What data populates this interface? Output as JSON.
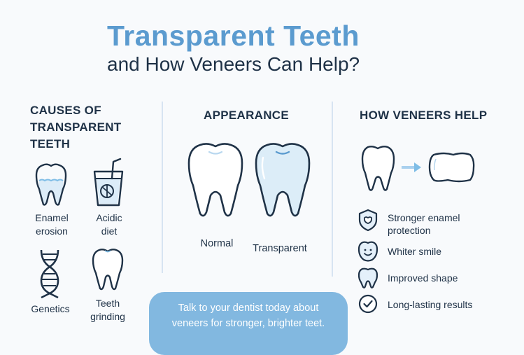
{
  "header": {
    "title": "Transparent Teeth",
    "subtitle": "and How Veneers Can Help?"
  },
  "colors": {
    "accent": "#5b9bcf",
    "text": "#1f3247",
    "cta_background": "#82b8e0",
    "divider": "#d7e4f2",
    "background": "#f8fafc"
  },
  "causes": {
    "heading_lines": [
      "CAUSES OF",
      "TRANSPARENT",
      "TEETH"
    ],
    "items": [
      {
        "icon": "tooth-erosion-icon",
        "label_lines": [
          "Enamel",
          "erosion"
        ]
      },
      {
        "icon": "acidic-drink-icon",
        "label_lines": [
          "Acidic",
          "diet"
        ]
      },
      {
        "icon": "dna-icon",
        "label_lines": [
          "Genetics"
        ]
      },
      {
        "icon": "tooth-icon",
        "label_lines": [
          "Teeth",
          "grinding"
        ]
      }
    ]
  },
  "appearance": {
    "heading": "APPEARANCE",
    "items": [
      {
        "icon": "normal-tooth-icon",
        "label": "Normal"
      },
      {
        "icon": "transparent-tooth-icon",
        "label": "Transparent"
      }
    ]
  },
  "veneers": {
    "heading": "HOW VENEERS HELP",
    "benefits": [
      {
        "icon": "shield-icon",
        "label_lines": [
          "Stronger enamel",
          "protection"
        ]
      },
      {
        "icon": "smiling-tooth-icon",
        "label_lines": [
          "Whiter smile"
        ]
      },
      {
        "icon": "tooth-outline-icon",
        "label_lines": [
          "Improved shape"
        ]
      },
      {
        "icon": "check-circle-icon",
        "label_lines": [
          "Long-lasting results"
        ]
      }
    ]
  },
  "cta": {
    "lines": [
      "Talk to your dentist today about",
      "veneers for stronger, brighter teet."
    ]
  }
}
